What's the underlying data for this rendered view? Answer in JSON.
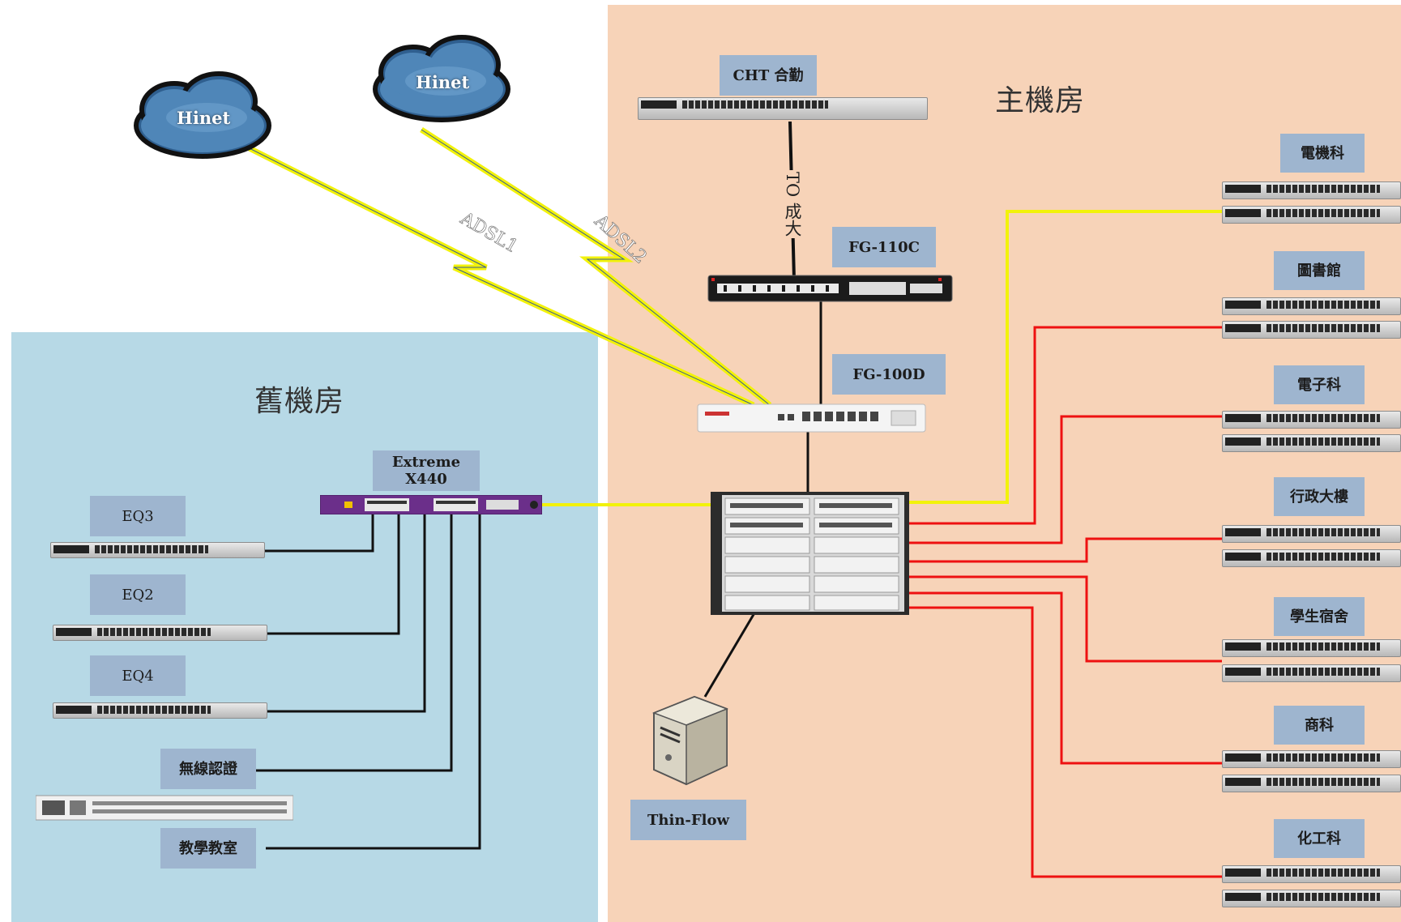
{
  "rooms": {
    "main": "主機房",
    "old": "舊機房"
  },
  "clouds": {
    "left": "Hinet",
    "right": "Hinet"
  },
  "links": {
    "adsl1": "ADSL1",
    "adsl2": "ADSL2",
    "to_ncku": "TO 成大"
  },
  "devices": {
    "cht": "CHT 合勤",
    "fg110c": "FG-110C",
    "fg100d": "FG-100D",
    "extreme_line1": "Extreme",
    "extreme_line2": "X440",
    "thinflow": "Thin-Flow"
  },
  "old_room_nodes": {
    "eq3": "EQ3",
    "eq2": "EQ2",
    "eq4": "EQ4",
    "wireless": "無線認證",
    "classroom": "教學教室"
  },
  "buildings": [
    "電機科",
    "圖書館",
    "電子科",
    "行政大樓",
    "學生宿舍",
    "商科",
    "化工科"
  ],
  "colors": {
    "wire_black": "#111111",
    "wire_red": "#ee1111",
    "wire_yellow": "#f2f20a",
    "old_room_bg": "#b7d9e6",
    "main_room_bg": "#f7d3b8",
    "label_bg": "#9eb5cf"
  }
}
